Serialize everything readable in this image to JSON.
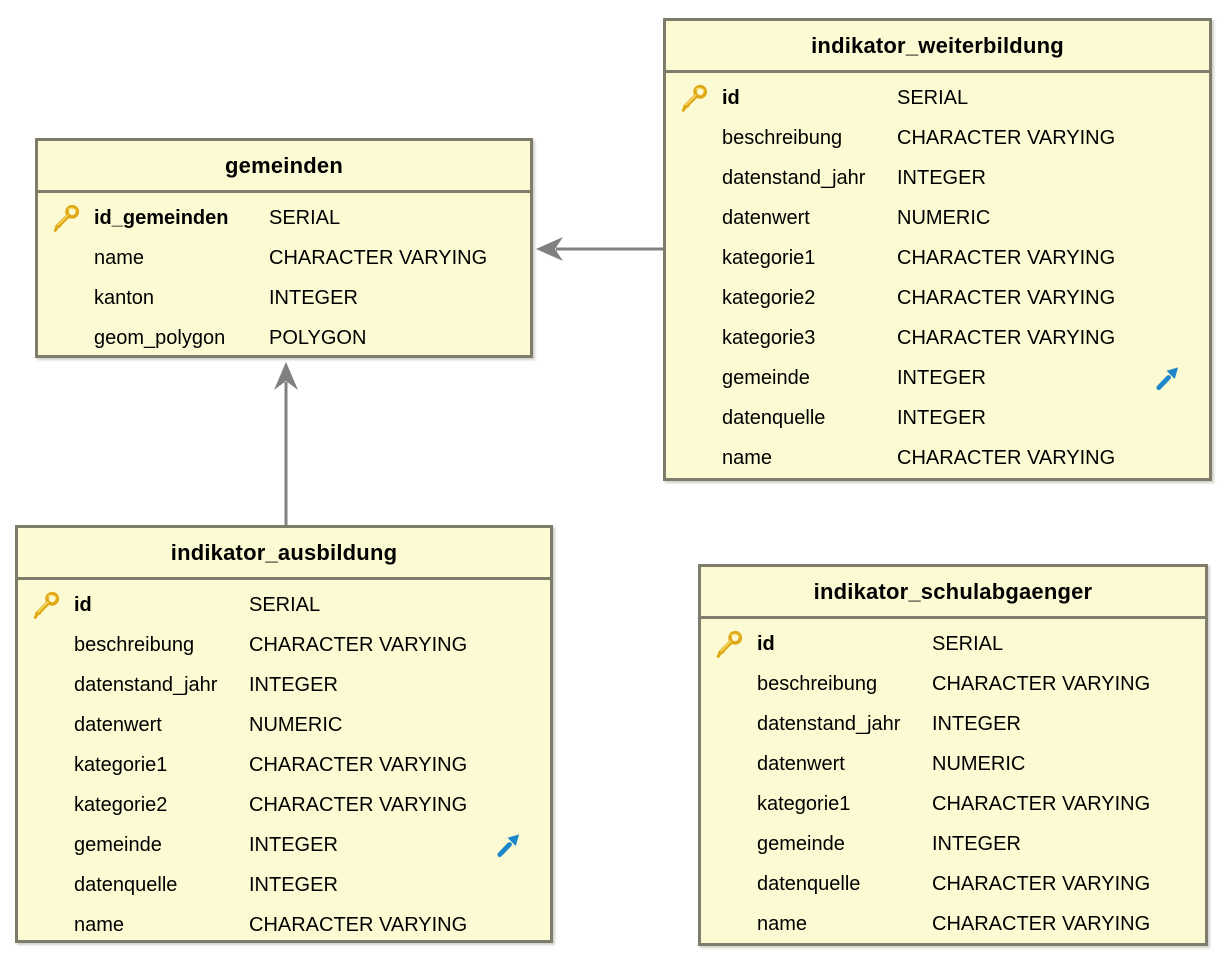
{
  "diagram": {
    "type": "database-schema",
    "colors": {
      "table_fill": "#FCFAD2",
      "table_border": "#7E7D6C",
      "row_text": "#000000",
      "relation_arrow": "#808080",
      "primary_key_icon_color": "#DFA713",
      "foreign_key_icon_color": "#1E87CC"
    },
    "icons": {
      "primary_key": "key-icon",
      "foreign_key": "diagonal-arrow-up-right-icon"
    },
    "tables": [
      {
        "name": "gemeinden",
        "columns": [
          {
            "name": "id_gemeinden",
            "type": "SERIAL",
            "primary_key": true,
            "foreign_key": false
          },
          {
            "name": "name",
            "type": "CHARACTER VARYING",
            "primary_key": false,
            "foreign_key": false
          },
          {
            "name": "kanton",
            "type": "INTEGER",
            "primary_key": false,
            "foreign_key": false
          },
          {
            "name": "geom_polygon",
            "type": "POLYGON",
            "primary_key": false,
            "foreign_key": false
          }
        ]
      },
      {
        "name": "indikator_weiterbildung",
        "columns": [
          {
            "name": "id",
            "type": "SERIAL",
            "primary_key": true,
            "foreign_key": false
          },
          {
            "name": "beschreibung",
            "type": "CHARACTER VARYING",
            "primary_key": false,
            "foreign_key": false
          },
          {
            "name": "datenstand_jahr",
            "type": "INTEGER",
            "primary_key": false,
            "foreign_key": false
          },
          {
            "name": "datenwert",
            "type": "NUMERIC",
            "primary_key": false,
            "foreign_key": false
          },
          {
            "name": "kategorie1",
            "type": "CHARACTER VARYING",
            "primary_key": false,
            "foreign_key": false
          },
          {
            "name": "kategorie2",
            "type": "CHARACTER VARYING",
            "primary_key": false,
            "foreign_key": false
          },
          {
            "name": "kategorie3",
            "type": "CHARACTER VARYING",
            "primary_key": false,
            "foreign_key": false
          },
          {
            "name": "gemeinde",
            "type": "INTEGER",
            "primary_key": false,
            "foreign_key": true
          },
          {
            "name": "datenquelle",
            "type": "INTEGER",
            "primary_key": false,
            "foreign_key": false
          },
          {
            "name": "name",
            "type": "CHARACTER VARYING",
            "primary_key": false,
            "foreign_key": false
          }
        ]
      },
      {
        "name": "indikator_ausbildung",
        "columns": [
          {
            "name": "id",
            "type": "SERIAL",
            "primary_key": true,
            "foreign_key": false
          },
          {
            "name": "beschreibung",
            "type": "CHARACTER VARYING",
            "primary_key": false,
            "foreign_key": false
          },
          {
            "name": "datenstand_jahr",
            "type": "INTEGER",
            "primary_key": false,
            "foreign_key": false
          },
          {
            "name": "datenwert",
            "type": "NUMERIC",
            "primary_key": false,
            "foreign_key": false
          },
          {
            "name": "kategorie1",
            "type": "CHARACTER VARYING",
            "primary_key": false,
            "foreign_key": false
          },
          {
            "name": "kategorie2",
            "type": "CHARACTER VARYING",
            "primary_key": false,
            "foreign_key": false
          },
          {
            "name": "gemeinde",
            "type": "INTEGER",
            "primary_key": false,
            "foreign_key": true
          },
          {
            "name": "datenquelle",
            "type": "INTEGER",
            "primary_key": false,
            "foreign_key": false
          },
          {
            "name": "name",
            "type": "CHARACTER VARYING",
            "primary_key": false,
            "foreign_key": false
          }
        ]
      },
      {
        "name": "indikator_schulabgaenger",
        "columns": [
          {
            "name": "id",
            "type": "SERIAL",
            "primary_key": true,
            "foreign_key": false
          },
          {
            "name": "beschreibung",
            "type": "CHARACTER VARYING",
            "primary_key": false,
            "foreign_key": false
          },
          {
            "name": "datenstand_jahr",
            "type": "INTEGER",
            "primary_key": false,
            "foreign_key": false
          },
          {
            "name": "datenwert",
            "type": "NUMERIC",
            "primary_key": false,
            "foreign_key": false
          },
          {
            "name": "kategorie1",
            "type": "CHARACTER VARYING",
            "primary_key": false,
            "foreign_key": false
          },
          {
            "name": "gemeinde",
            "type": "INTEGER",
            "primary_key": false,
            "foreign_key": false
          },
          {
            "name": "datenquelle",
            "type": "CHARACTER VARYING",
            "primary_key": false,
            "foreign_key": false
          },
          {
            "name": "name",
            "type": "CHARACTER VARYING",
            "primary_key": false,
            "foreign_key": false
          }
        ]
      }
    ],
    "relations": [
      {
        "from_table": "indikator_weiterbildung",
        "from_column": "gemeinde",
        "to_table": "gemeinden",
        "arrow_direction": "left"
      },
      {
        "from_table": "indikator_ausbildung",
        "from_column": "gemeinde",
        "to_table": "gemeinden",
        "arrow_direction": "up"
      }
    ]
  }
}
